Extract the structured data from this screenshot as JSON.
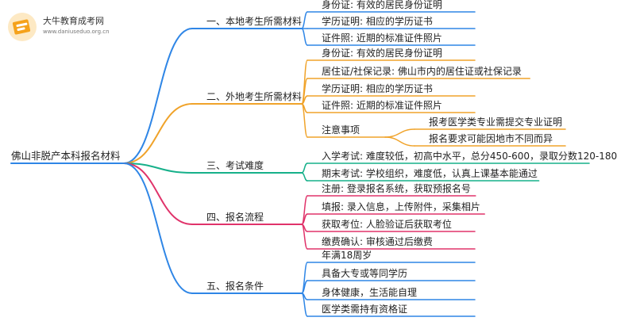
{
  "logo": {
    "title": "大牛教育成考网",
    "url": "www.daniuseduo.org.cn"
  },
  "colors": {
    "branch1": "#2f86e6",
    "branch2": "#f0a32a",
    "branch3": "#16b08a",
    "branch4": "#e0336a",
    "branch5": "#2f86e6",
    "logo_orange": "#f5a21b"
  },
  "mindmap": {
    "root": "佛山非脱产本科报名材料",
    "branches": [
      {
        "label": "一、本地考生所需材料",
        "children": [
          {
            "label": "身份证: 有效的居民身份证明"
          },
          {
            "label": "学历证明: 相应的学历证书"
          },
          {
            "label": "证件照: 近期的标准证件照片"
          }
        ]
      },
      {
        "label": "二、外地考生所需材料",
        "children": [
          {
            "label": "身份证: 有效的居民身份证明"
          },
          {
            "label": "居住证/社保记录: 佛山市内的居住证或社保记录"
          },
          {
            "label": "学历证明: 相应的学历证书"
          },
          {
            "label": "证件照: 近期的标准证件照片"
          },
          {
            "label": "注意事项",
            "children": [
              {
                "label": "报考医学类专业需提交专业证明"
              },
              {
                "label": "报名要求可能因地市不同而异"
              }
            ]
          }
        ]
      },
      {
        "label": "三、考试难度",
        "children": [
          {
            "label": "入学考试: 难度较低，初高中水平，总分450-600，录取分数120-180"
          },
          {
            "label": "期末考试: 学校组织，难度低，认真上课基本能通过"
          }
        ]
      },
      {
        "label": "四、报名流程",
        "children": [
          {
            "label": "注册: 登录报名系统，获取预报名号"
          },
          {
            "label": "填报: 录入信息，上传附件，采集相片"
          },
          {
            "label": "获取考位: 人脸验证后获取考位"
          },
          {
            "label": "缴费确认: 审核通过后缴费"
          }
        ]
      },
      {
        "label": "五、报名条件",
        "children": [
          {
            "label": "年满18周岁"
          },
          {
            "label": "具备大专或等同学历"
          },
          {
            "label": "身体健康，生活能自理"
          },
          {
            "label": "医学类需持有资格证"
          }
        ]
      }
    ]
  }
}
